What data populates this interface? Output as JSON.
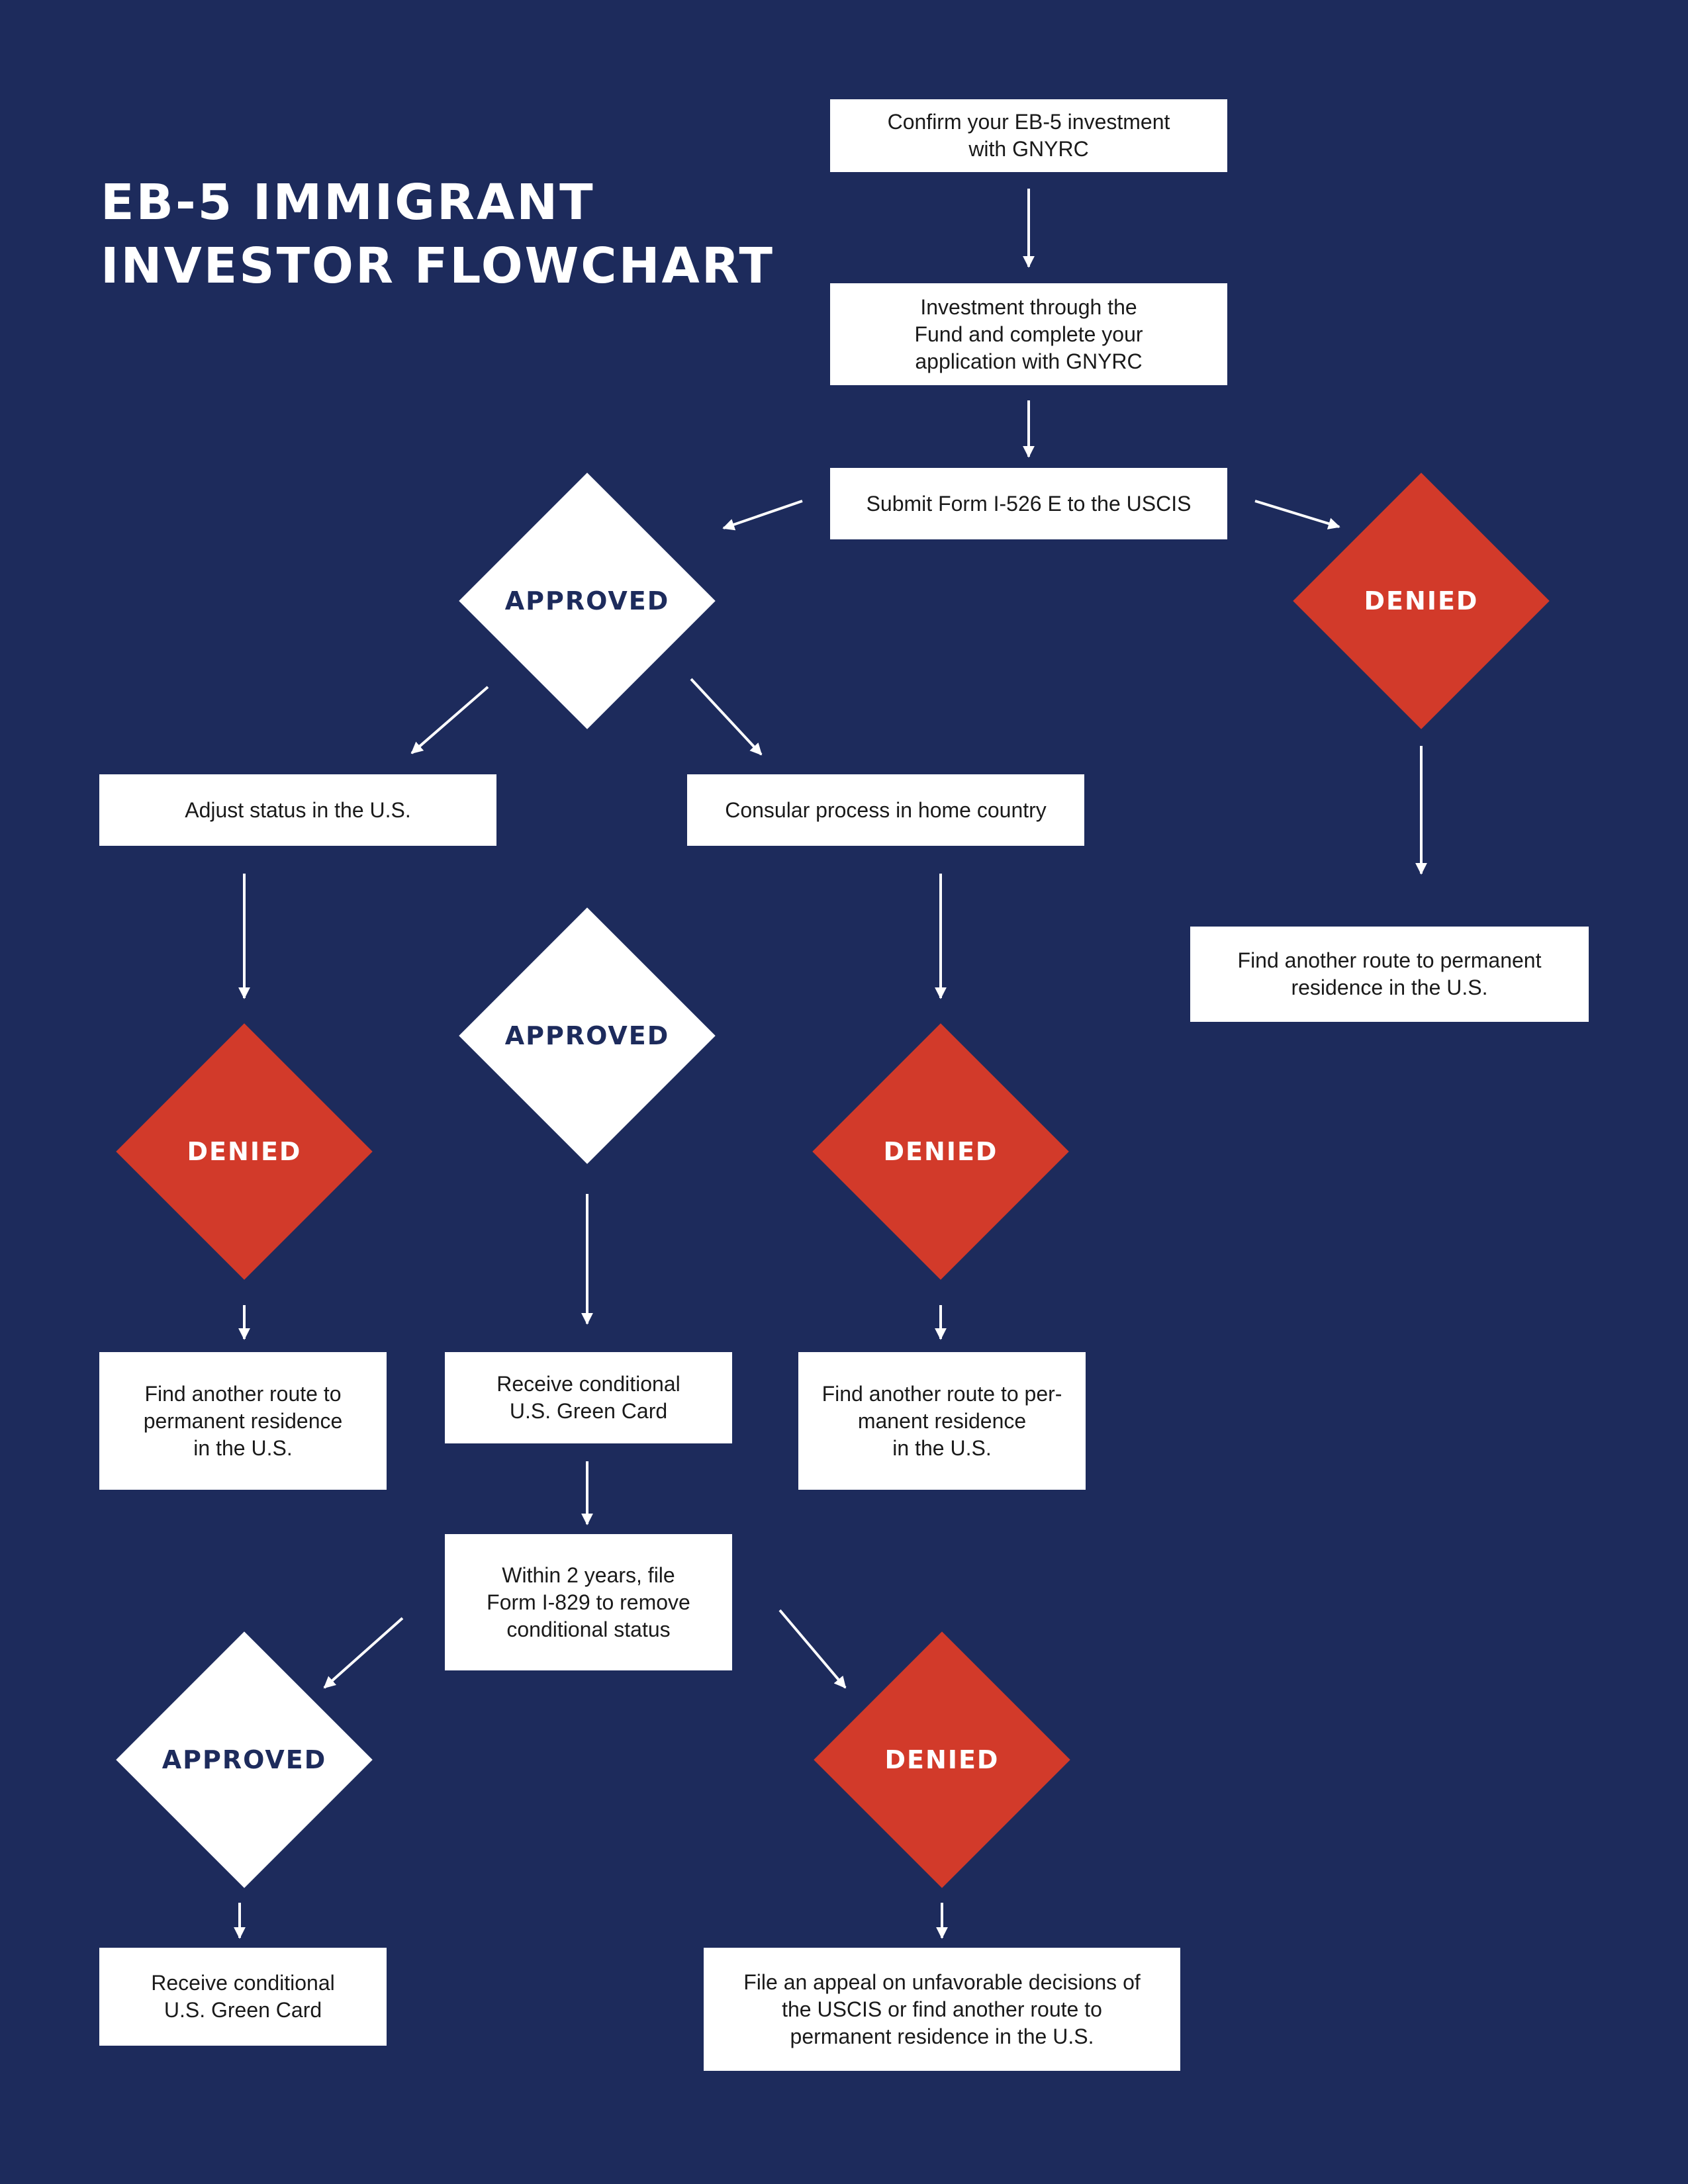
{
  "title": {
    "line1": "EB-5 IMMIGRANT",
    "line2": "INVESTOR FLOWCHART"
  },
  "colors": {
    "background": "#1d2b5c",
    "approved": "#ffffff",
    "denied": "#d23a2a",
    "box": "#ffffff"
  },
  "nodes": {
    "confirm_investment": "Confirm your EB-5 investment\nwith GNYRC",
    "investment_fund": "Investment  through the\nFund and complete your\napplication with GNYRC",
    "submit_i526e": "Submit Form  I-526 E to the USCIS",
    "decision_i526_approved": "APPROVED",
    "decision_i526_denied": "DENIED",
    "adjust_status": "Adjust status in the U.S.",
    "consular_process": "Consular process in home country",
    "find_route_i526": "Find another route to permanent\nresidence in the U.S.",
    "adjust_denied": "DENIED",
    "middle_approved": "APPROVED",
    "consular_denied": "DENIED",
    "find_route_adjust": "Find another route to\npermanent residence\nin the U.S.",
    "receive_card_1": "Receive conditional\nU.S. Green Card",
    "find_route_consular": "Find another route to per-\nmanent residence\nin the U.S.",
    "file_i829": "Within 2 years, file\nForm I-829 to remove\nconditional status",
    "i829_approved": "APPROVED",
    "i829_denied": "DENIED",
    "receive_card_2": "Receive conditional\nU.S. Green Card",
    "file_appeal": "File an appeal on unfavorable decisions of\nthe USCIS or find another route to\npermanent residence in the U.S."
  }
}
